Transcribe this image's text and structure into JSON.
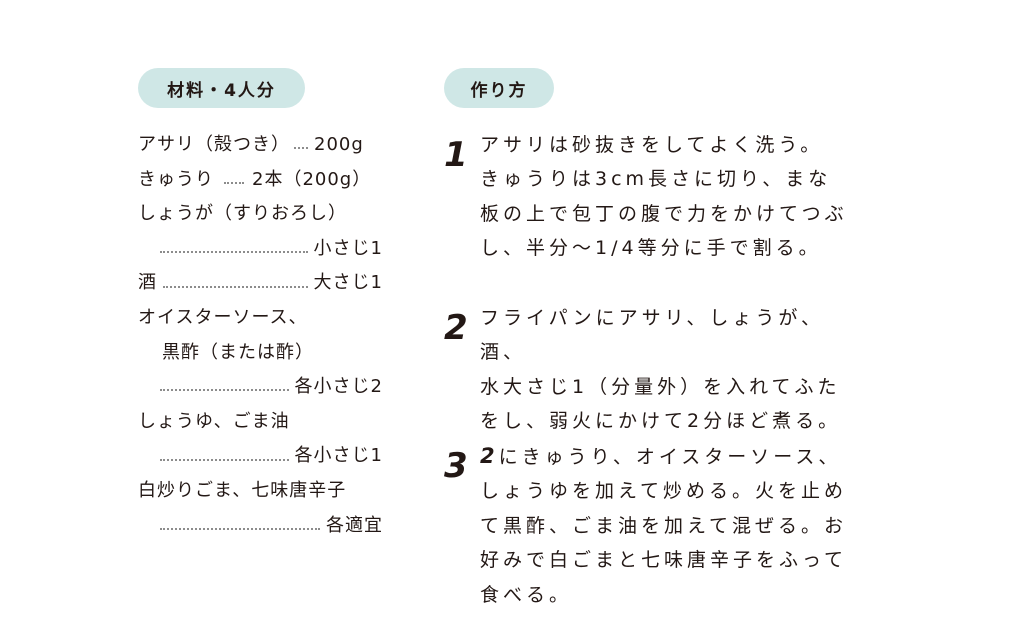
{
  "ingredients": {
    "header": "材料・4人分",
    "items": [
      {
        "name": "アサリ（殻つき）",
        "amount": "200g",
        "dots": "short"
      },
      {
        "name": "きゅうり",
        "amount": "2本（200g）",
        "dots": "short"
      },
      {
        "name": "しょうが（すりおろし）"
      },
      {
        "amount": "小さじ1",
        "leader": true
      },
      {
        "name": "酒",
        "amount": "大さじ1",
        "leader_inline": true
      },
      {
        "name": "オイスターソース、"
      },
      {
        "name": "黒酢（または酢）",
        "indent": true
      },
      {
        "amount": "各小さじ2",
        "leader": true
      },
      {
        "name": "しょうゆ、ごま油"
      },
      {
        "amount": "各小さじ1",
        "leader": true
      },
      {
        "name": "白炒りごま、七味唐辛子"
      },
      {
        "amount": "各適宜",
        "leader": true
      }
    ]
  },
  "steps": {
    "header": "作り方",
    "items": [
      {
        "number": "1",
        "lines": [
          "アサリは砂抜きをしてよく洗う。",
          "きゅうりは3cm長さに切り、まな",
          "板の上で包丁の腹で力をかけてつぶ",
          "し、半分～1/4等分に手で割る。"
        ]
      },
      {
        "number": "2",
        "lines": [
          "フライパンにアサリ、しょうが、酒、",
          "水大さじ1（分量外）を入れてふた",
          "をし、弱火にかけて2分ほど煮る。"
        ]
      },
      {
        "number": "3",
        "ref": "2",
        "lines": [
          "にきゅうり、オイスターソース、",
          "しょうゆを加えて炒める。火を止め",
          "て黒酢、ごま油を加えて混ぜる。お",
          "好みで白ごまと七味唐辛子をふって",
          "食べる。"
        ]
      }
    ]
  }
}
